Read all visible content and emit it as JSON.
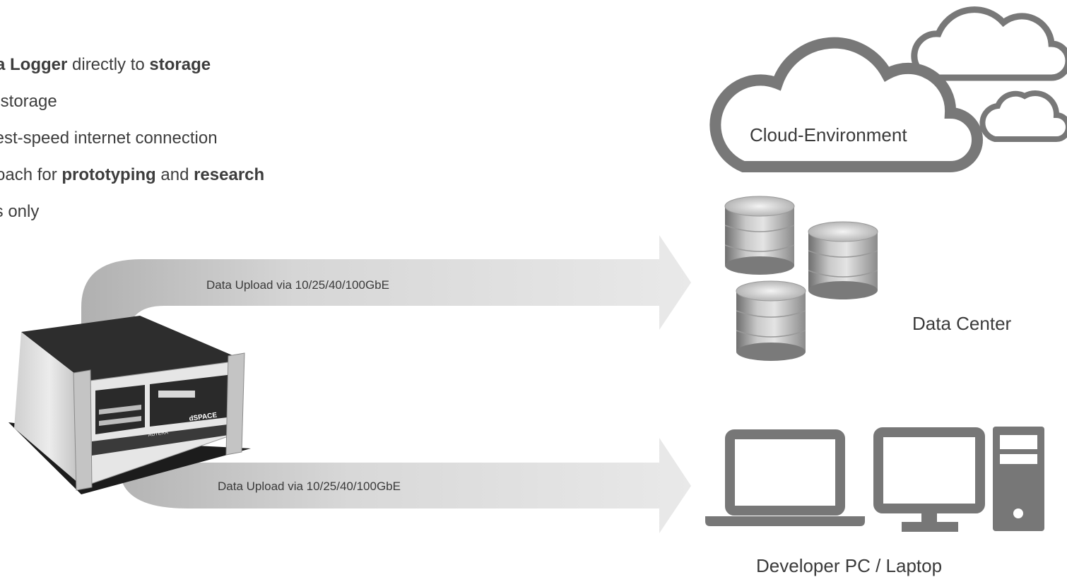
{
  "bullets": [
    {
      "segments": [
        {
          "text": "ta Logger",
          "bold": true
        },
        {
          "text": " directly to ",
          "bold": false
        },
        {
          "text": "storage",
          "bold": true
        }
      ]
    },
    {
      "segments": [
        {
          "text": "r storage",
          "bold": false
        }
      ]
    },
    {
      "segments": [
        {
          "text": "test-speed internet connection",
          "bold": false
        }
      ]
    },
    {
      "segments": [
        {
          "text": "roach for ",
          "bold": false
        },
        {
          "text": "prototyping",
          "bold": true
        },
        {
          "text": " and ",
          "bold": false
        },
        {
          "text": "research",
          "bold": true
        }
      ]
    },
    {
      "segments": [
        {
          "text": "ts only",
          "bold": false
        }
      ]
    }
  ],
  "arrows": {
    "upper_label": "Data Upload via 10/25/40/100GbE",
    "lower_label": "Data Upload via 10/25/40/100GbE"
  },
  "nodes": {
    "cloud_label": "Cloud-Environment",
    "datacenter_label": "Data Center",
    "developer_label": "Developer PC / Laptop"
  },
  "device": {
    "brand": "dSPACE",
    "model": "AUTERA"
  },
  "colors": {
    "icon_gray": "#777777",
    "arrow_light": "#e6e6e6",
    "arrow_dark": "#b4b4b4"
  }
}
